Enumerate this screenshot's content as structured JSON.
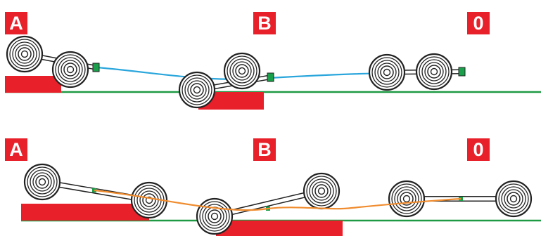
{
  "colors": {
    "red": "#e8202a",
    "ground": "#1e9a45",
    "cable_top": "#2aa6dc",
    "cable_bottom": "#f08c2e",
    "connector": "#1a9f4a",
    "wheel": "#222222"
  },
  "panels": [
    {
      "id": "top",
      "labels": [
        "A",
        "B",
        "0"
      ],
      "wheel_icons": "wheel-icon",
      "cable_color_name": "blue"
    },
    {
      "id": "bottom",
      "labels": [
        "A",
        "B",
        "0"
      ],
      "wheel_icons": "wheel-icon",
      "cable_color_name": "orange"
    }
  ]
}
